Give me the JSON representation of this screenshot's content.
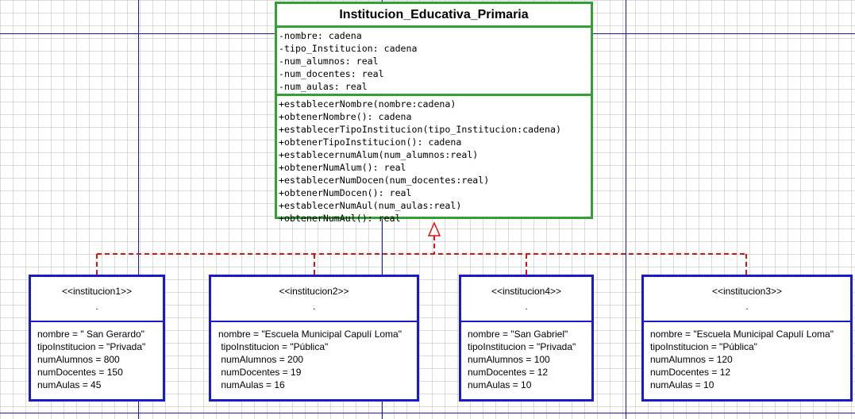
{
  "main_class": {
    "name": "Institucion_Educativa_Primaria",
    "attributes": [
      "-nombre: cadena",
      "-tipo_Institucion: cadena",
      "-num_alumnos: real",
      "-num_docentes: real",
      "-num_aulas: real"
    ],
    "methods": [
      "+establecerNombre(nombre:cadena)",
      "+obtenerNombre(): cadena",
      "+establecerTipoInstitucion(tipo_Institucion:cadena)",
      "+obtenerTipoInstitucion(): cadena",
      "+establecernumAlum(num_alumnos:real)",
      "+obtenerNumAlum(): real",
      "+establecerNumDocen(num_docentes:real)",
      "+obtenerNumDocen(): real",
      "+establecerNumAul(num_aulas:real)",
      "+obtenerNumAul(): real"
    ]
  },
  "objects": [
    {
      "stereotype": "<<institucion1>>",
      "separator": ".",
      "fields": [
        "nombre = \" San Gerardo\"",
        "tipoInstitucion = \"Privada\"",
        "numAlumnos = 800",
        "numDocentes = 150",
        "numAulas = 45"
      ]
    },
    {
      "stereotype": "<<institucion2>>",
      "separator": ".",
      "fields": [
        "nombre = \"Escuela Municipal Capulí Loma\"",
        " tipoInstitucion = \"Pública\"",
        " numAlumnos = 200",
        " numDocentes = 19",
        " numAulas = 16"
      ]
    },
    {
      "stereotype": "<<institucion4>>",
      "separator": ".",
      "fields": [
        "nombre = \"San Gabriel\"",
        "tipoInstitucion = \"Privada\"",
        "numAlumnos = 100",
        "numDocentes = 12",
        "numAulas = 10"
      ]
    },
    {
      "stereotype": "<<institucion3>>",
      "separator": ".",
      "fields": [
        "nombre = \"Escuela Municipal Capulí Loma\"",
        "tipoInstitucion = \"Pública\"",
        "numAlumnos = 120",
        "numDocentes = 12",
        "numAulas = 10"
      ]
    }
  ]
}
